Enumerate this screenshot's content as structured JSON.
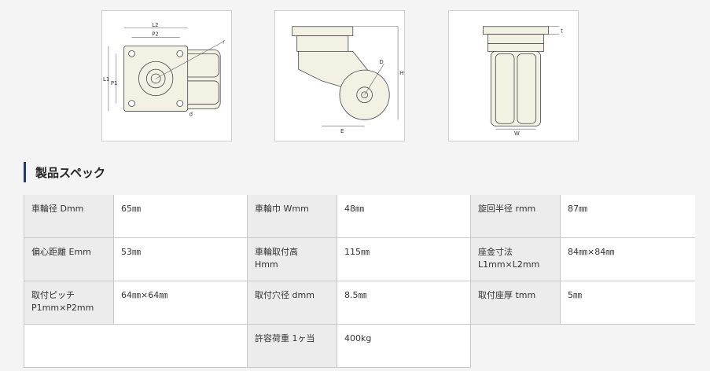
{
  "figures": [
    {
      "name": "top-view-drawing",
      "labels": [
        "L2",
        "P2",
        "L1",
        "P1",
        "r",
        "d"
      ]
    },
    {
      "name": "side-view-drawing",
      "labels": [
        "D",
        "H",
        "E"
      ]
    },
    {
      "name": "front-view-drawing",
      "labels": [
        "t",
        "W"
      ]
    }
  ],
  "section": {
    "title": "製品スペック"
  },
  "specs": [
    [
      {
        "label": "車輪径 Dmm",
        "value": "65㎜"
      },
      {
        "label": "車輪巾 Wmm",
        "value": "48㎜"
      },
      {
        "label": "旋回半径 rmm",
        "value": "87㎜"
      }
    ],
    [
      {
        "label": "偏心距離 Emm",
        "value": "53㎜"
      },
      {
        "label": "車輪取付高\nHmm",
        "value": "115㎜"
      },
      {
        "label": "座金寸法\nL1mm×L2mm",
        "value": "84㎜×84㎜"
      }
    ],
    [
      {
        "label": "取付ピッチ\nP1mm×P2mm",
        "value": "64㎜×64㎜"
      },
      {
        "label": "取付穴径 dmm",
        "value": "8.5㎜"
      },
      {
        "label": "取付座厚 tmm",
        "value": "5㎜"
      }
    ],
    [
      {
        "label": "",
        "value": ""
      },
      {
        "label": "許容荷重 1ヶ当",
        "value": "400kg"
      },
      {
        "label": "",
        "value": ""
      }
    ]
  ]
}
